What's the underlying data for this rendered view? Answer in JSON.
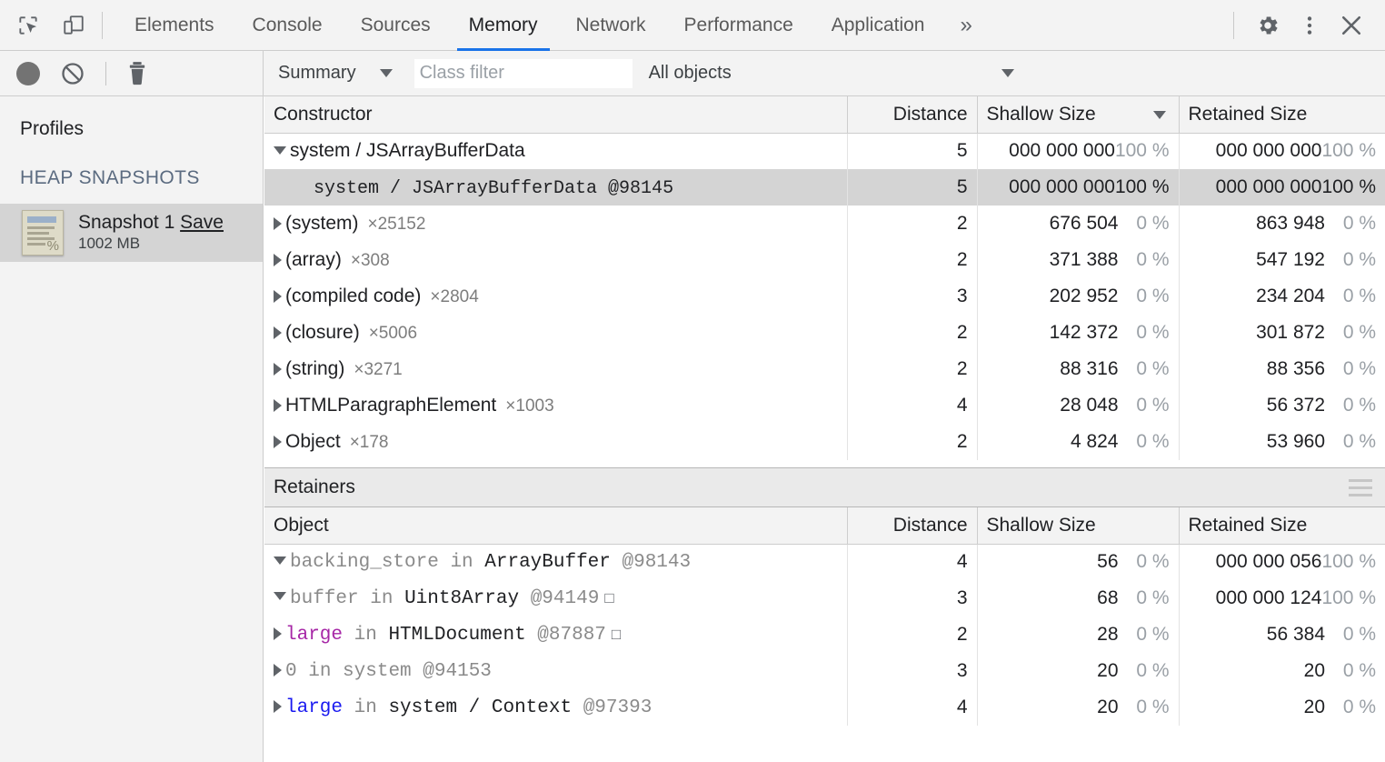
{
  "tabbar": {
    "icons": [
      {
        "name": "inspect-element-icon"
      },
      {
        "name": "device-toolbar-icon"
      }
    ],
    "tabs": [
      {
        "label": "Elements",
        "active": false
      },
      {
        "label": "Console",
        "active": false
      },
      {
        "label": "Sources",
        "active": false
      },
      {
        "label": "Memory",
        "active": true
      },
      {
        "label": "Network",
        "active": false
      },
      {
        "label": "Performance",
        "active": false
      },
      {
        "label": "Application",
        "active": false
      }
    ],
    "more_label": "»",
    "settings_icon": "gear-icon",
    "menu_icon": "three-dots-vertical-icon",
    "close_icon": "close-icon",
    "accent_color": "#1a73e8"
  },
  "toolbar": {
    "record_title": "record-button",
    "clear_title": "clear-button",
    "delete_title": "delete-button",
    "view_select": "Summary",
    "class_filter_placeholder": "Class filter",
    "class_filter_value": "",
    "objects_select": "All objects"
  },
  "sidebar": {
    "profiles_label": "Profiles",
    "section_label": "HEAP SNAPSHOTS",
    "snapshot": {
      "title": "Snapshot 1",
      "save_label": "Save",
      "size": "1002 MB",
      "selected": true
    }
  },
  "constructors_panel": {
    "columns": [
      "Constructor",
      "Distance",
      "Shallow Size",
      "Retained Size"
    ],
    "sorted_column": "Shallow Size",
    "sort_direction": "desc",
    "rows": [
      {
        "name": "system / JSArrayBufferData",
        "count": "",
        "mono": false,
        "expander": "open",
        "indent": 0,
        "selected": false,
        "distance": "5",
        "shallow": "000 000 000",
        "shallow_pct": "100 %",
        "retained": "000 000 000",
        "retained_pct": "100 %",
        "pct_dark": false
      },
      {
        "name": "system / JSArrayBufferData @98145",
        "count": "",
        "mono": true,
        "expander": "none",
        "indent": 1,
        "selected": true,
        "distance": "5",
        "shallow": "000 000 000",
        "shallow_pct": "100 %",
        "retained": "000 000 000",
        "retained_pct": "100 %",
        "pct_dark": true
      },
      {
        "name": "(system)",
        "count": "×25152",
        "mono": false,
        "expander": "closed",
        "indent": 0,
        "selected": false,
        "distance": "2",
        "shallow": "676 504",
        "shallow_pct": "0 %",
        "retained": "863 948",
        "retained_pct": "0 %",
        "pct_dark": false
      },
      {
        "name": "(array)",
        "count": "×308",
        "mono": false,
        "expander": "closed",
        "indent": 0,
        "selected": false,
        "distance": "2",
        "shallow": "371 388",
        "shallow_pct": "0 %",
        "retained": "547 192",
        "retained_pct": "0 %",
        "pct_dark": false
      },
      {
        "name": "(compiled code)",
        "count": "×2804",
        "mono": false,
        "expander": "closed",
        "indent": 0,
        "selected": false,
        "distance": "3",
        "shallow": "202 952",
        "shallow_pct": "0 %",
        "retained": "234 204",
        "retained_pct": "0 %",
        "pct_dark": false
      },
      {
        "name": "(closure)",
        "count": "×5006",
        "mono": false,
        "expander": "closed",
        "indent": 0,
        "selected": false,
        "distance": "2",
        "shallow": "142 372",
        "shallow_pct": "0 %",
        "retained": "301 872",
        "retained_pct": "0 %",
        "pct_dark": false
      },
      {
        "name": "(string)",
        "count": "×3271",
        "mono": false,
        "expander": "closed",
        "indent": 0,
        "selected": false,
        "distance": "2",
        "shallow": "88 316",
        "shallow_pct": "0 %",
        "retained": "88 356",
        "retained_pct": "0 %",
        "pct_dark": false
      },
      {
        "name": "HTMLParagraphElement",
        "count": "×1003",
        "mono": false,
        "expander": "closed",
        "indent": 0,
        "selected": false,
        "distance": "4",
        "shallow": "28 048",
        "shallow_pct": "0 %",
        "retained": "56 372",
        "retained_pct": "0 %",
        "pct_dark": false
      },
      {
        "name": "Object",
        "count": "×178",
        "mono": false,
        "expander": "closed",
        "indent": 0,
        "selected": false,
        "distance": "2",
        "shallow": "4 824",
        "shallow_pct": "0 %",
        "retained": "53 960",
        "retained_pct": "0 %",
        "pct_dark": false
      }
    ]
  },
  "retainers_panel": {
    "title": "Retainers",
    "menu_icon": "hamburger-menu-icon",
    "columns": [
      "Object",
      "Distance",
      "Shallow Size",
      "Retained Size"
    ],
    "rows": [
      {
        "prop": "backing_store",
        "prop_color": "gray",
        "kw": "in",
        "cls": "ArrayBuffer",
        "id": "@98143",
        "box": false,
        "expander": "open",
        "indent": 0,
        "distance": "4",
        "shallow": "56",
        "shallow_pct": "0 %",
        "retained": "000 000 056",
        "retained_pct": "100 %"
      },
      {
        "prop": "buffer",
        "prop_color": "gray",
        "kw": "in",
        "cls": "Uint8Array",
        "id": "@94149",
        "box": true,
        "expander": "open",
        "indent": 1,
        "distance": "3",
        "shallow": "68",
        "shallow_pct": "0 %",
        "retained": "000 000 124",
        "retained_pct": "100 %"
      },
      {
        "prop": "large",
        "prop_color": "purple",
        "kw": "in",
        "cls": "HTMLDocument",
        "id": "@87887",
        "box": true,
        "expander": "closed",
        "indent": 2,
        "distance": "2",
        "shallow": "28",
        "shallow_pct": "0 %",
        "retained": "56 384",
        "retained_pct": "0 %"
      },
      {
        "prop": "0",
        "prop_color": "gray",
        "kw": "in",
        "cls": "system",
        "id": "@94153",
        "box": false,
        "expander": "closed",
        "indent": 2,
        "distance": "3",
        "shallow": "20",
        "shallow_pct": "0 %",
        "retained": "20",
        "retained_pct": "0 %"
      },
      {
        "prop": "large",
        "prop_color": "blue",
        "kw": "in",
        "cls": "system / Context",
        "id": "@97393",
        "box": false,
        "expander": "closed",
        "indent": 2,
        "distance": "4",
        "shallow": "20",
        "shallow_pct": "0 %",
        "retained": "20",
        "retained_pct": "0 %"
      }
    ]
  }
}
